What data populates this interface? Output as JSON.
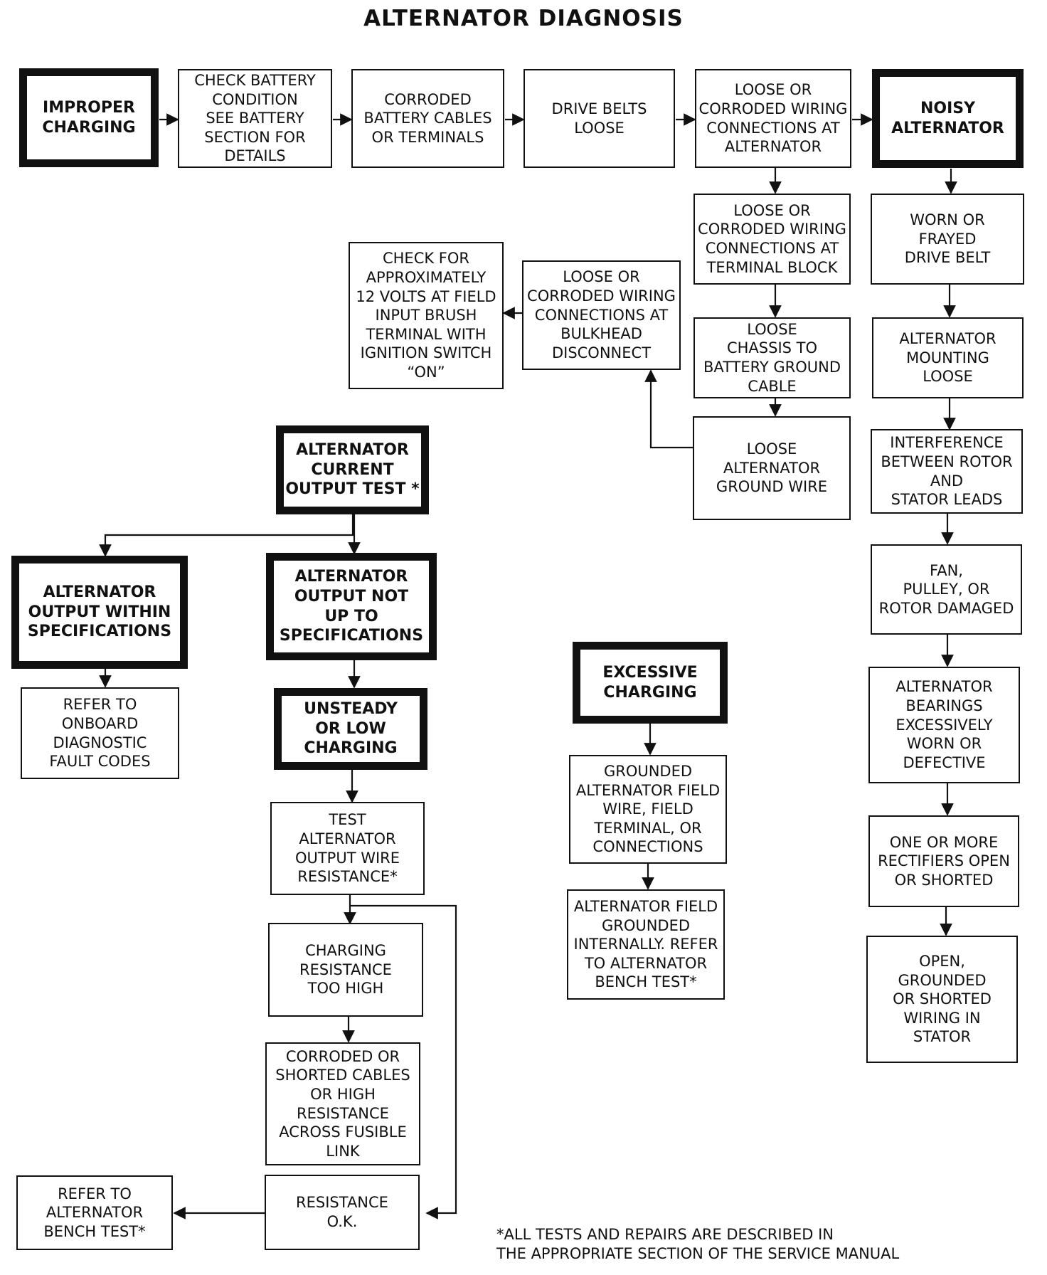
{
  "title": "ALTERNATOR DIAGNOSIS",
  "nodes": {
    "improper_charging": "IMPROPER\nCHARGING",
    "check_battery": "CHECK BATTERY\nCONDITION\nSEE BATTERY\nSECTION FOR\nDETAILS",
    "corroded_cables": "CORRODED\nBATTERY CABLES\nOR TERMINALS",
    "drive_belts_loose": "DRIVE BELTS\nLOOSE",
    "wiring_at_alternator": "LOOSE OR\nCORRODED WIRING\nCONNECTIONS AT\nALTERNATOR",
    "noisy_alternator": "NOISY\nALTERNATOR",
    "wiring_at_terminal_block": "LOOSE OR\nCORRODED WIRING\nCONNECTIONS AT\nTERMINAL BLOCK",
    "chassis_ground": "LOOSE\nCHASSIS TO\nBATTERY GROUND\nCABLE",
    "alternator_ground_wire": "LOOSE\nALTERNATOR\nGROUND WIRE",
    "wiring_at_bulkhead": "LOOSE OR\nCORRODED WIRING\nCONNECTIONS AT\nBULKHEAD\nDISCONNECT",
    "check_12_volts": "CHECK FOR\nAPPROXIMATELY\n12 VOLTS AT FIELD\nINPUT BRUSH\nTERMINAL WITH\nIGNITION SWITCH\n“ON”",
    "worn_belt": "WORN OR\nFRAYED\nDRIVE BELT",
    "mounting_loose": "ALTERNATOR\nMOUNTING\nLOOSE",
    "rotor_interference": "INTERFERENCE\nBETWEEN ROTOR\nAND\nSTATOR LEADS",
    "fan_damaged": "FAN,\nPULLEY, OR\nROTOR DAMAGED",
    "bearings_worn": "ALTERNATOR\nBEARINGS\nEXCESSIVELY\nWORN OR\nDEFECTIVE",
    "rectifiers": "ONE OR MORE\nRECTIFIERS OPEN\nOR SHORTED",
    "stator_wiring": "OPEN,\nGROUNDED\nOR SHORTED\nWIRING IN\nSTATOR",
    "current_output_test": "ALTERNATOR\nCURRENT\nOUTPUT TEST *",
    "output_within_spec": "ALTERNATOR\nOUTPUT WITHIN\nSPECIFICATIONS",
    "output_not_spec": "ALTERNATOR\nOUTPUT NOT\nUP TO\nSPECIFICATIONS",
    "refer_onboard": "REFER TO\nONBOARD\nDIAGNOSTIC\nFAULT CODES",
    "unsteady_low": "UNSTEADY\nOR LOW\nCHARGING",
    "test_output_wire": "TEST\nALTERNATOR\nOUTPUT WIRE\nRESISTANCE*",
    "resistance_too_high": "CHARGING\nRESISTANCE\nTOO HIGH",
    "corroded_shorted_cables": "CORRODED OR\nSHORTED CABLES\nOR HIGH\nRESISTANCE\nACROSS FUSIBLE\nLINK",
    "resistance_ok": "RESISTANCE\nO.K.",
    "refer_bench_test": "REFER TO\nALTERNATOR\nBENCH TEST*",
    "excessive_charging": "EXCESSIVE\nCHARGING",
    "grounded_field_wire": "GROUNDED\nALTERNATOR FIELD\nWIRE, FIELD\nTERMINAL, OR\nCONNECTIONS",
    "field_grounded_internally": "ALTERNATOR FIELD\nGROUNDED\nINTERNALLY. REFER\nTO ALTERNATOR\nBENCH TEST*"
  },
  "footnote": "*ALL TESTS AND REPAIRS ARE DESCRIBED IN\nTHE APPROPRIATE SECTION OF THE SERVICE MANUAL",
  "colors": {
    "ink": "#111111",
    "paper": "#ffffff"
  }
}
